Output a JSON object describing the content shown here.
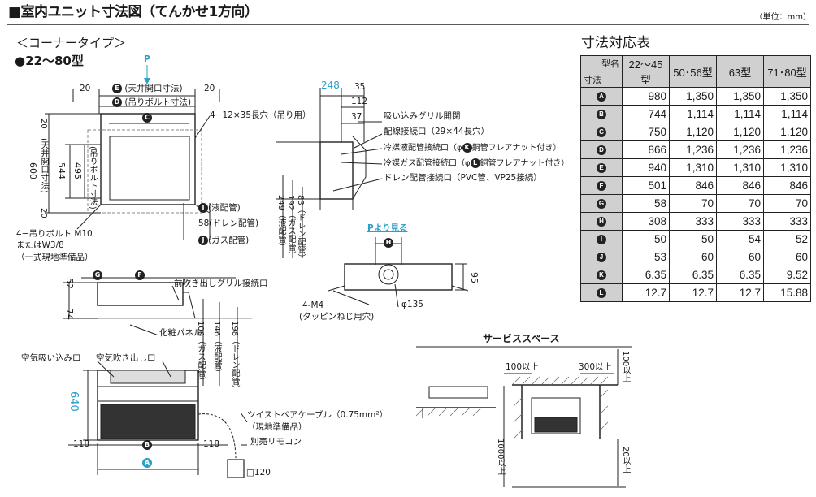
{
  "page": {
    "title": "■室内ユニット寸法図（てんかせ1方向）",
    "unit_note": "（単位：mm）",
    "subtitle": "＜コーナータイプ＞",
    "model": "●22〜80型"
  },
  "labels": {
    "p": "P",
    "dim20a": "20",
    "dim20b": "20",
    "tenjo_kaiko": "(天井開口寸法)",
    "tsuri_bolt": "(吊りボルト寸法)",
    "naga_ana": "4−12×35長穴（吊り用）",
    "dim20_left1": "20",
    "dim600": "600",
    "tenjo_kaiko_v": "(天井開口寸法)",
    "dim544": "544",
    "dim495": "495",
    "tsuri_bolt_v": "(吊りボルト寸法)",
    "dim20_left2": "20",
    "bolt1": "4−吊りボルト M10",
    "bolt2": "またはW3/8",
    "bolt3": "（一式現地準備品）",
    "eki_haikan": "(液配管)",
    "drain_58": "58",
    "drain_haikan": "(ドレン配管)",
    "gas_haikan": "(ガス配管)",
    "d248": "248",
    "d35": "35",
    "d112": "112",
    "d37": "37",
    "note1": "吸い込みグリル開閉",
    "note2": "配線接続口（29×44長穴）",
    "note3": "冷媒液配管接続口（φ",
    "note3b": "銅管フレアナット付き）",
    "note4": "冷媒ガス配管接続口（φ",
    "note4b": "銅管フレアナット付き）",
    "note5": "ドレン配管接続口（PVC管、VP25接続）",
    "v249": "249（液配管）",
    "v192": "192（ガス配管）",
    "v83": "83（ドレン配管）",
    "p_view": "Pより見る",
    "d95": "95",
    "m4": "4-M4",
    "tappin": "(タッピンねじ用穴)",
    "phi135": "φ135",
    "d52": "52",
    "d74": "74",
    "front_outlet": "前吹き出しグリル接続口",
    "panel": "化粧パネル",
    "v106": "106（ガス配管）",
    "v146": "146（液配管）",
    "v198": "198（ドレン配管）",
    "suikomi": "空気吸い込み口",
    "fukidashi": "空気吹き出し口",
    "d640": "640",
    "d118a": "118",
    "d118b": "118",
    "cable": "ツイストペアケーブル（0.75mm²）",
    "cable2": "（現地準備品）",
    "remote": "別売リモコン",
    "d120": "□120",
    "service_title": "サービススペース",
    "s100": "100以上",
    "s300": "300以上",
    "s100v": "100以上",
    "s1000": "1000以上",
    "s20": "20以上"
  },
  "badges": {
    "A": "A",
    "B": "B",
    "C": "C",
    "D": "D",
    "E": "E",
    "F": "F",
    "G": "G",
    "H": "H",
    "I": "I",
    "J": "J",
    "K": "K",
    "L": "L"
  },
  "table": {
    "title": "寸法対応表",
    "corner_top": "型名",
    "corner_bottom": "寸法",
    "columns": [
      "22〜45型",
      "50･56型",
      "63型",
      "71･80型"
    ],
    "rows": [
      {
        "key": "A",
        "values": [
          "980",
          "1,350",
          "1,350",
          "1,350"
        ]
      },
      {
        "key": "B",
        "values": [
          "744",
          "1,114",
          "1,114",
          "1,114"
        ]
      },
      {
        "key": "C",
        "values": [
          "750",
          "1,120",
          "1,120",
          "1,120"
        ]
      },
      {
        "key": "D",
        "values": [
          "866",
          "1,236",
          "1,236",
          "1,236"
        ]
      },
      {
        "key": "E",
        "values": [
          "940",
          "1,310",
          "1,310",
          "1,310"
        ]
      },
      {
        "key": "F",
        "values": [
          "501",
          "846",
          "846",
          "846"
        ]
      },
      {
        "key": "G",
        "values": [
          "58",
          "70",
          "70",
          "70"
        ]
      },
      {
        "key": "H",
        "values": [
          "308",
          "333",
          "333",
          "333"
        ]
      },
      {
        "key": "I",
        "values": [
          "50",
          "50",
          "54",
          "52"
        ]
      },
      {
        "key": "J",
        "values": [
          "53",
          "60",
          "60",
          "60"
        ]
      },
      {
        "key": "K",
        "values": [
          "6.35",
          "6.35",
          "6.35",
          "9.52"
        ]
      },
      {
        "key": "L",
        "values": [
          "12.7",
          "12.7",
          "12.7",
          "15.88"
        ]
      }
    ]
  },
  "colors": {
    "accent": "#2a9fc7",
    "header_bg": "#d0d0d0"
  }
}
